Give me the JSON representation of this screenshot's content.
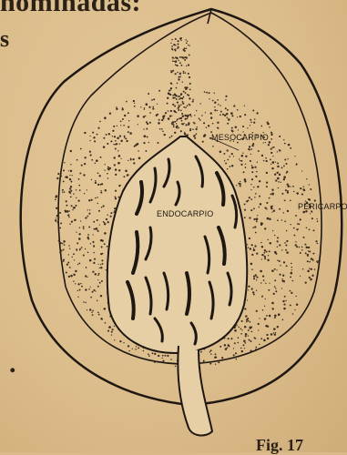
{
  "text_fragments": {
    "top": "nominadas:",
    "left_letter": "s",
    "bottom_mark": ".",
    "figure_ref": "Fig. 17"
  },
  "labels": {
    "mesocarp": "MESOCARPIO",
    "endocarp": "ENDOCARPIO",
    "pericarp": "PERICARPO"
  },
  "colors": {
    "paper": "#dcbd8c",
    "ink": "#1f1812"
  }
}
